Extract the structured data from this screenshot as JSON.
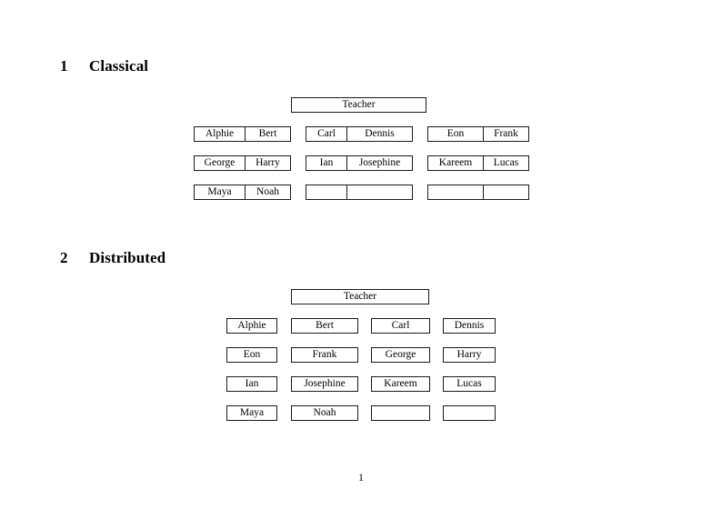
{
  "document": {
    "page_number": "1",
    "sections": [
      {
        "number": "1",
        "title": "Classical",
        "root_label": "Teacher",
        "layout": "paired-groups",
        "groups": [
          {
            "rows": [
              [
                "Alphie",
                "Bert"
              ],
              [
                "George",
                "Harry"
              ],
              [
                "Maya",
                "Noah"
              ]
            ]
          },
          {
            "rows": [
              [
                "Carl",
                "Dennis"
              ],
              [
                "Ian",
                "Josephine"
              ],
              [
                "",
                ""
              ]
            ]
          },
          {
            "rows": [
              [
                "Eon",
                "Frank"
              ],
              [
                "Kareem",
                "Lucas"
              ],
              [
                "",
                ""
              ]
            ]
          }
        ]
      },
      {
        "number": "2",
        "title": "Distributed",
        "root_label": "Teacher",
        "layout": "individual-boxes",
        "rows": [
          [
            "Alphie",
            "Bert",
            "Carl",
            "Dennis"
          ],
          [
            "Eon",
            "Frank",
            "George",
            "Harry"
          ],
          [
            "Ian",
            "Josephine",
            "Kareem",
            "Lucas"
          ],
          [
            "Maya",
            "Noah",
            "",
            ""
          ]
        ]
      }
    ]
  },
  "colors": {
    "page_background": "#ffffff",
    "text": "#000000",
    "box_border": "#1a1a1a"
  }
}
